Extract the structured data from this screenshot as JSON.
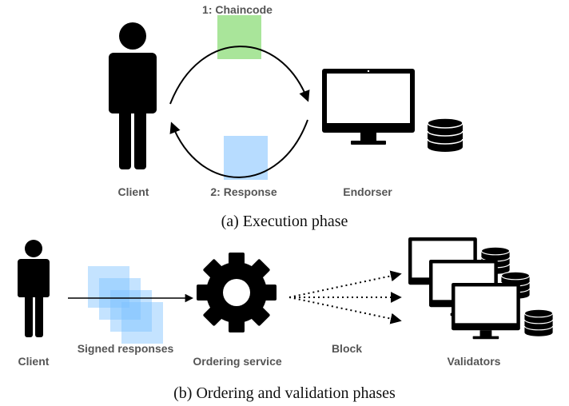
{
  "execution": {
    "step1_label": "1: Chaincode",
    "step2_label": "2: Response",
    "client_label": "Client",
    "endorser_label": "Endorser",
    "caption": "(a) Execution phase"
  },
  "ordering": {
    "client_label": "Client",
    "signed_label": "Signed responses",
    "ordering_label": "Ordering service",
    "block_label": "Block",
    "validators_label": "Validators",
    "caption": "(b) Ordering and validation phases"
  },
  "colors": {
    "chaincode": "#a9e59a",
    "response": "#b7dcff",
    "signed": "#7cc0ff",
    "ink": "#000000",
    "label": "#555555"
  }
}
